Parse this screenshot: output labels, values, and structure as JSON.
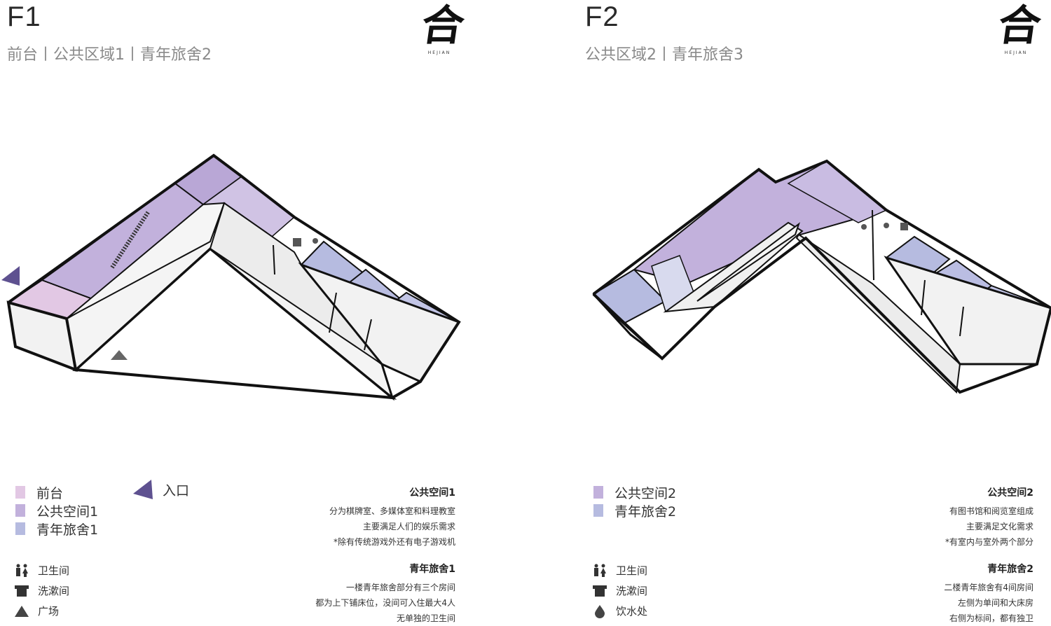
{
  "logo": {
    "glyph": "合",
    "text": "HEJIAN"
  },
  "colors": {
    "front_desk": "#e2c8e4",
    "public_space": "#c2b1dc",
    "hostel": "#b6bbe0",
    "entrance": "#5e5190",
    "outline": "#111111"
  },
  "f1": {
    "title": "F1",
    "subtitle": "前台丨公共区域1丨青年旅舍2",
    "legend": [
      {
        "label": "前台",
        "color": "#e2c8e4"
      },
      {
        "label": "公共空间1",
        "color": "#c2b1dc"
      },
      {
        "label": "青年旅舍1",
        "color": "#b6bbe0"
      }
    ],
    "entrance_label": "入口",
    "icons": [
      {
        "icon": "restroom-icon",
        "label": "卫生间"
      },
      {
        "icon": "washroom-icon",
        "label": "洗漱间"
      },
      {
        "icon": "plaza-icon",
        "label": "广场"
      }
    ],
    "desc": [
      {
        "title": "公共空间1",
        "lines": [
          "分为棋牌室、多媒体室和料理教室",
          "主要满足人们的娱乐需求",
          "*除有传统游戏外还有电子游戏机"
        ]
      },
      {
        "title": "青年旅舍1",
        "lines": [
          "一楼青年旅舍部分有三个房间",
          "都为上下铺床位，没间可入住最大4人",
          "无单独的卫生间"
        ]
      }
    ]
  },
  "f2": {
    "title": "F2",
    "subtitle": "公共区域2丨青年旅舍3",
    "legend": [
      {
        "label": "公共空间2",
        "color": "#c2b1dc"
      },
      {
        "label": "青年旅舍2",
        "color": "#b6bbe0"
      }
    ],
    "icons": [
      {
        "icon": "restroom-icon",
        "label": "卫生间"
      },
      {
        "icon": "washroom-icon",
        "label": "洗漱间"
      },
      {
        "icon": "water-drop-icon",
        "label": "饮水处"
      }
    ],
    "desc": [
      {
        "title": "公共空间2",
        "lines": [
          "有图书馆和阅览室组成",
          "主要满足文化需求",
          "*有室内与室外两个部分"
        ]
      },
      {
        "title": "青年旅舍2",
        "lines": [
          "二楼青年旅舍有4间房间",
          "左侧为单间和大床房",
          "右侧为标间，都有独卫"
        ]
      }
    ]
  }
}
